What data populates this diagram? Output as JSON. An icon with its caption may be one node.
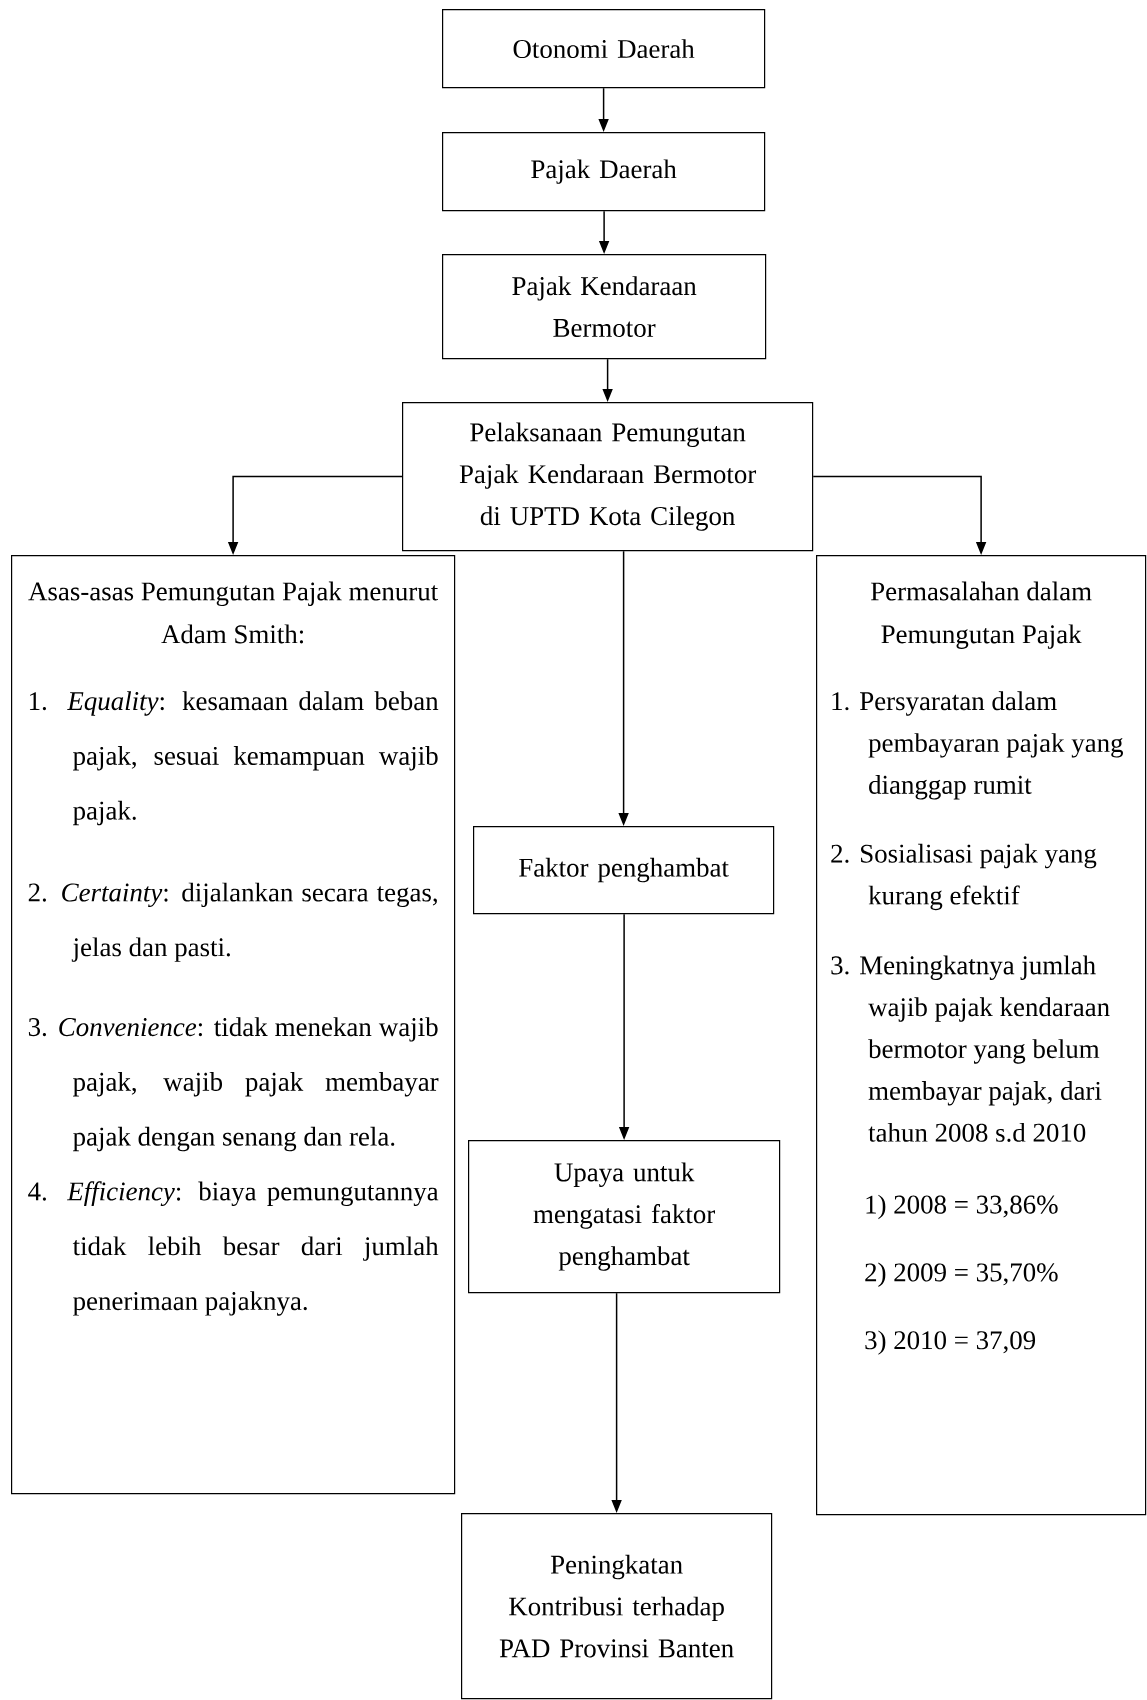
{
  "diagram": {
    "nodes": [
      {
        "text": [
          "Otonomi Daerah"
        ]
      },
      {
        "text": [
          "Pajak Daerah"
        ]
      },
      {
        "text": [
          "Pajak Kendaraan Bermotor"
        ]
      },
      {
        "text": [
          "Pelaksanaan Pemungutan Pajak Kendaraan Bermotor di UPTD Kota Cilegon"
        ]
      },
      {
        "text": [
          "Asas-asas Pemungutan Pajak menurut Adam Smith:",
          "1. *Equality*: kesamaan dalam beban pajak, sesuai kemampuan wajib pajak.",
          "2. *Certainty*: dijalankan secara tegas, jelas dan pasti.",
          "3. *Convenience*: tidak menekan wajib pajak, wajib pajak membayar pajak dengan senang dan rela.",
          "4. *Efficiency*: biaya pemungutannya tidak lebih besar dari jumlah penerimaan pajaknya."
        ]
      },
      {
        "text": [
          "Faktor penghambat"
        ]
      },
      {
        "text": [
          "Permasalahan dalam Pemungutan Pajak",
          "1. Persyaratan dalam pembayaran pajak yang dianggap rumit",
          "2. Sosialisasi pajak yang kurang efektif",
          "3. Meningkatnya jumlah wajib pajak kendaraan bermotor yang belum membayar pajak, dari tahun 2008 s.d 2010",
          "1) 2008 = 33,86%",
          "2) 2009 = 35,70%",
          "3) 2010 = 37,09"
        ]
      },
      {
        "text": [
          "Upaya untuk mengatasi faktor penghambat"
        ]
      },
      {
        "text": [
          "Peningkatan Kontribusi terhadap PAD Provinsi Banten"
        ]
      }
    ],
    "edges": [
      {
        "from": 0,
        "to": 1,
        "arrow": "to"
      },
      {
        "from": 1,
        "to": 2,
        "arrow": "to"
      },
      {
        "from": 2,
        "to": 3,
        "arrow": "to"
      },
      {
        "from": 3,
        "to": 4,
        "arrow": "to"
      },
      {
        "from": 3,
        "to": 5,
        "arrow": "to"
      },
      {
        "from": 3,
        "to": 6,
        "arrow": "to"
      },
      {
        "from": 5,
        "to": 7,
        "arrow": "to"
      },
      {
        "from": 7,
        "to": 8,
        "arrow": "to"
      }
    ]
  }
}
